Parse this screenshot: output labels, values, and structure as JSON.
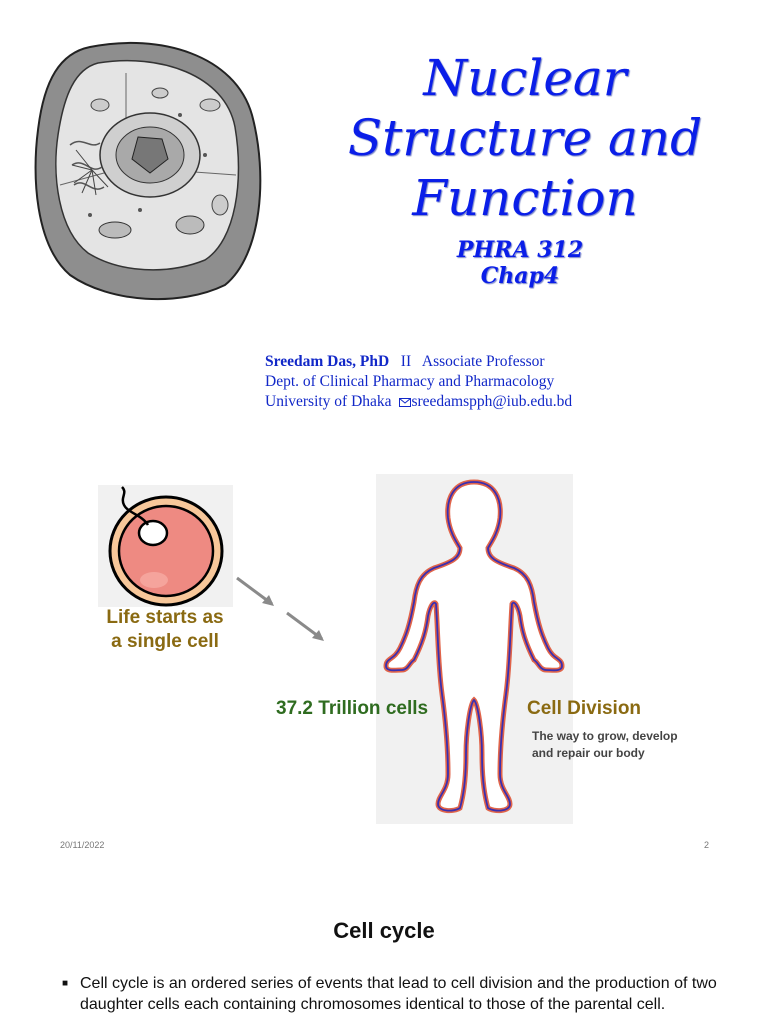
{
  "slide1": {
    "title_lines": [
      "Nuclear",
      "Structure and",
      "Function"
    ],
    "subtitle_lines": [
      "PHRA 312",
      "Chap4"
    ],
    "author": {
      "name": "Sreedam Das, PhD",
      "separator": "II",
      "position": "Associate Professor",
      "department": "Dept. of Clinical Pharmacy and Pharmacology",
      "university": "University of Dhaka",
      "email": "sreedamspph@iub.edu.bd"
    }
  },
  "slide2": {
    "life_label_lines": [
      "Life starts as",
      "a single cell"
    ],
    "trillion_label": "37.2 Trillion cells",
    "division_label": "Cell Division",
    "division_desc_lines": [
      "The way to grow, develop",
      "and repair our body"
    ],
    "footer": {
      "date": "20/11/2022",
      "page": "2"
    }
  },
  "slide3": {
    "heading": "Cell cycle",
    "bullet_text": "Cell cycle is an ordered series of events that lead to cell division and the production of two daughter cells each containing chromosomes identical to those of the parental cell."
  },
  "colors": {
    "title_blue": "#0a1ee8",
    "author_blue": "#1228c8",
    "label_gold": "#8a6a12",
    "label_green": "#2f6c20"
  },
  "icons": [
    "cell-illustration",
    "egg-cell-icon",
    "arrow-icon",
    "human-silhouette-icon",
    "envelope-icon"
  ]
}
